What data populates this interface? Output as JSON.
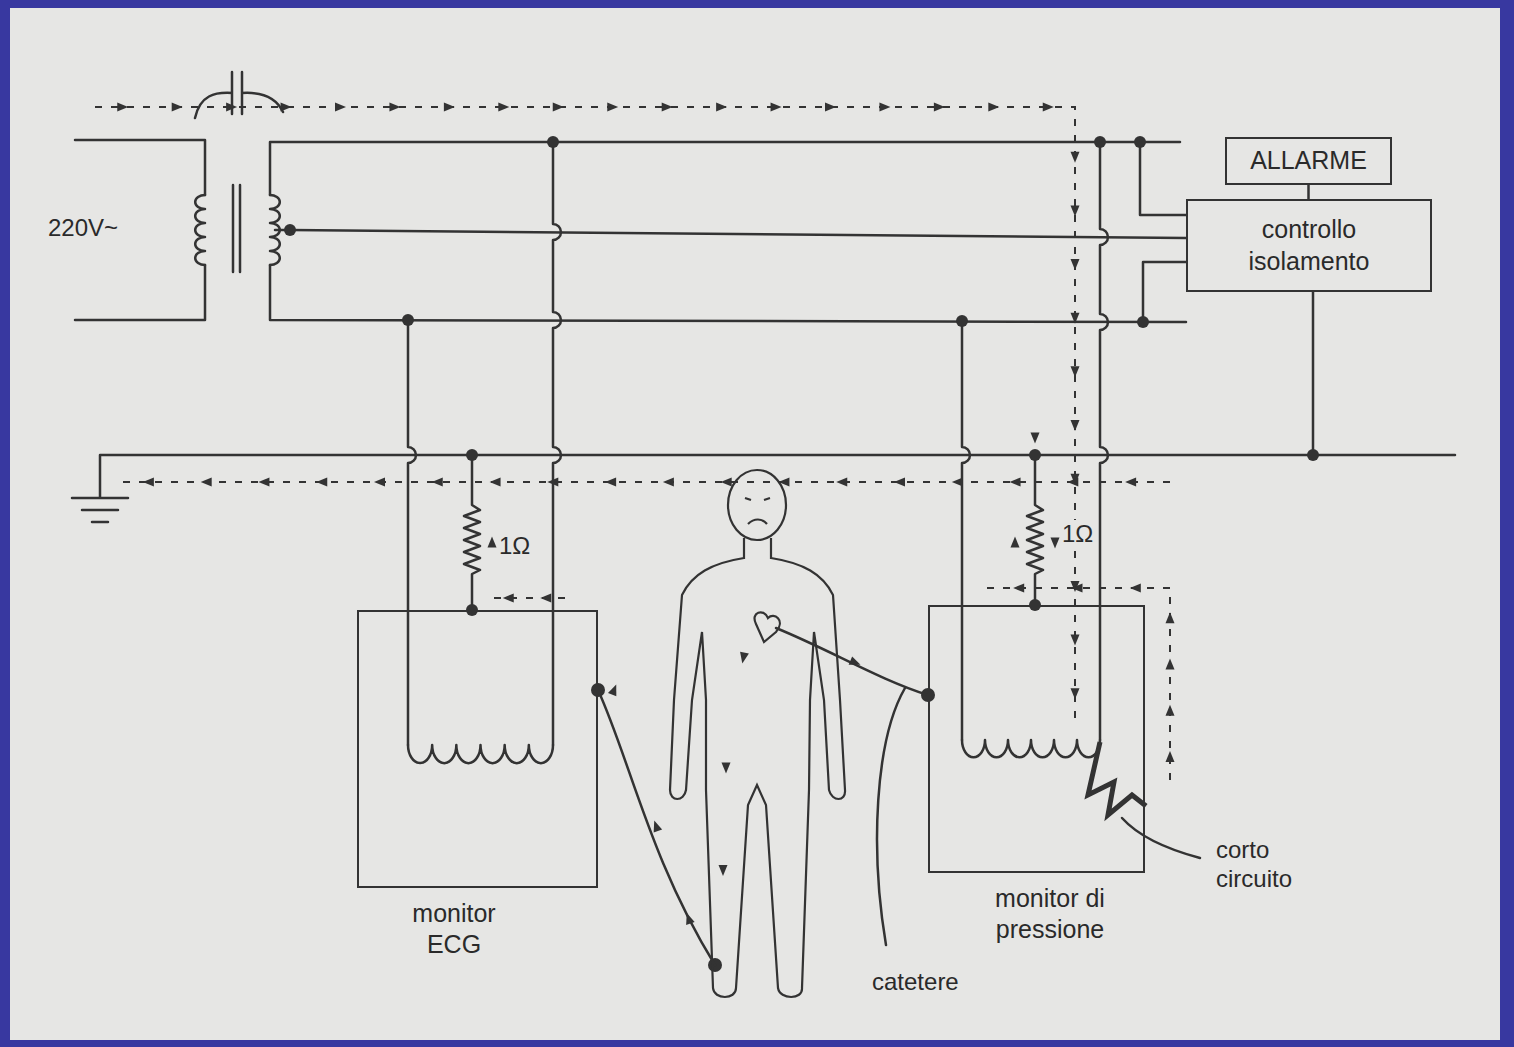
{
  "diagram": {
    "nodes": [
      {
        "text": [
          "ALLARME"
        ]
      },
      {
        "text": [
          "controllo isolamento"
        ]
      },
      {
        "text": [
          "monitor ECG"
        ]
      },
      {
        "text": [
          "monitor di pressione"
        ]
      }
    ],
    "edges": [
      {
        "from": 0,
        "to": 1,
        "arrow": "none"
      }
    ],
    "labels": [
      "220V~",
      "1Ω",
      "1Ω",
      "catetere",
      "corto circuito"
    ]
  }
}
